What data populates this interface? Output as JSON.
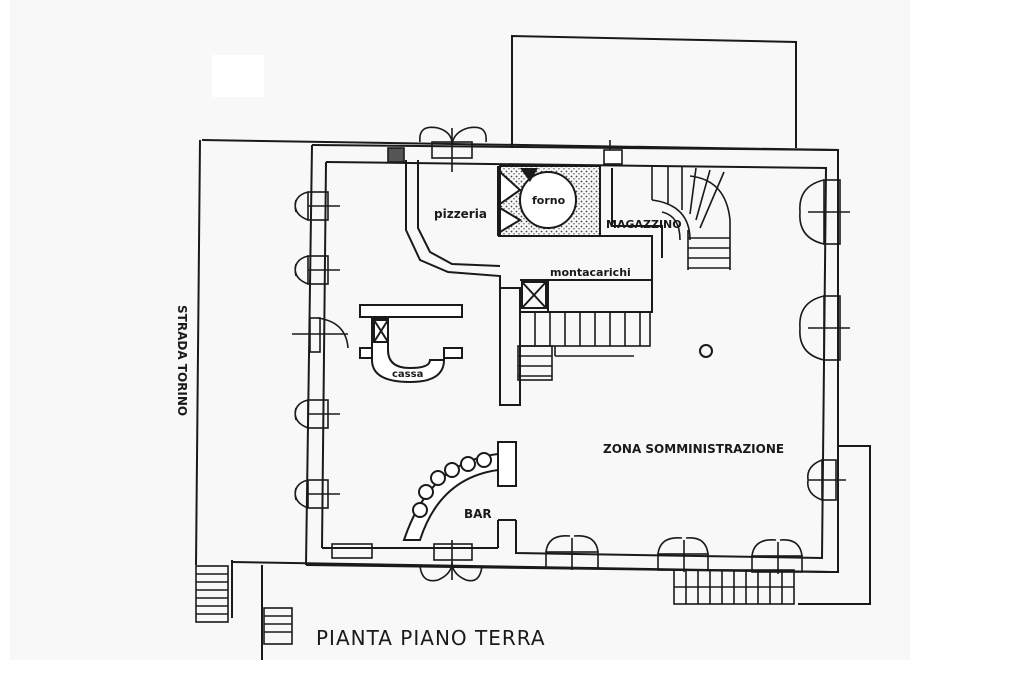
{
  "title": "PIANTA PIANO TERRA",
  "street_label": "STRADA TORINO",
  "rooms": {
    "pizzeria": "pizzeria",
    "forno": "forno",
    "magazzino": "MAGAZZINO",
    "montacarichi": "montacarichi",
    "cassa": "cassa",
    "bar": "BAR",
    "zona": "ZONA SOMMINISTRAZIONE"
  },
  "colors": {
    "ink": "#1a1a1a",
    "paper": "#ffffff",
    "scan_tint": "#f6f6f6",
    "hatch": "#444444"
  }
}
